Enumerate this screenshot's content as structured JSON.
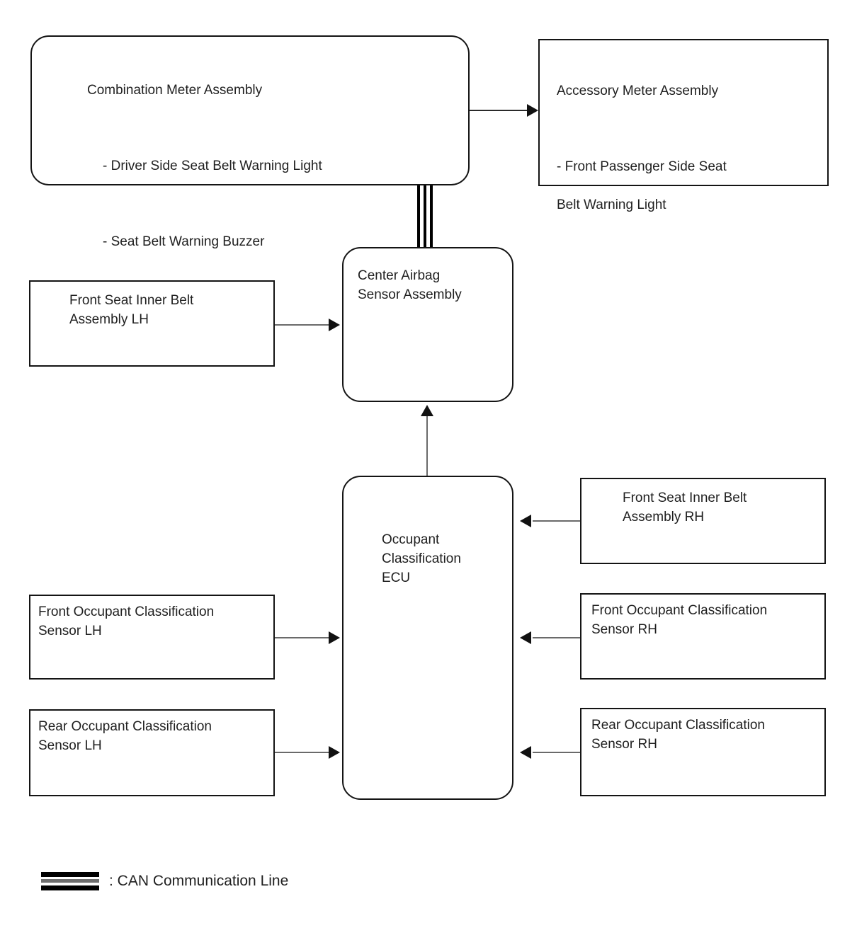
{
  "diagram": {
    "title": "Seat Belt Warning System Block Diagram",
    "colors": {
      "box_border": "#141414",
      "connector": "#5f5f5f",
      "arrow_head": "#111111",
      "can_line": "#000000",
      "background": "#ffffff",
      "text": "#1f1f1f"
    },
    "nodes": [
      {
        "id": "combination-meter-assembly",
        "title": "Combination Meter Assembly",
        "items": [
          "- Driver Side Seat Belt Warning Light",
          "- Seat Belt Warning Buzzer"
        ],
        "shape": "rounded"
      },
      {
        "id": "accessory-meter-assembly",
        "title": "Accessory Meter Assembly",
        "items": [
          "- Front Passenger Side Seat",
          "Belt Warning Light"
        ],
        "shape": "rect"
      },
      {
        "id": "center-airbag-sensor-assembly",
        "title": "Center Airbag\nSensor Assembly",
        "items": [],
        "shape": "rounded"
      },
      {
        "id": "occupant-classification-ecu",
        "title": "Occupant\nClassification\nECU",
        "items": [],
        "shape": "rounded"
      },
      {
        "id": "front-seat-inner-belt-assembly-lh",
        "title": "Front Seat Inner Belt\nAssembly LH",
        "items": [],
        "shape": "rect"
      },
      {
        "id": "front-seat-inner-belt-assembly-rh",
        "title": "Front Seat Inner Belt\nAssembly RH",
        "items": [],
        "shape": "rect"
      },
      {
        "id": "front-occupant-classification-sensor-lh",
        "title": "Front Occupant Classification\nSensor LH",
        "items": [],
        "shape": "rect"
      },
      {
        "id": "front-occupant-classification-sensor-rh",
        "title": "Front Occupant Classification\nSensor RH",
        "items": [],
        "shape": "rect"
      },
      {
        "id": "rear-occupant-classification-sensor-lh",
        "title": "Rear Occupant Classification\nSensor LH",
        "items": [],
        "shape": "rect"
      },
      {
        "id": "rear-occupant-classification-sensor-rh",
        "title": "Rear Occupant Classification\nSensor RH",
        "items": [],
        "shape": "rect"
      }
    ],
    "connections": [
      {
        "from": "combination-meter-assembly",
        "to": "accessory-meter-assembly",
        "type": "arrow",
        "direction": "right"
      },
      {
        "from": "combination-meter-assembly",
        "to": "center-airbag-sensor-assembly",
        "type": "can-communication-line",
        "direction": "down"
      },
      {
        "from": "front-seat-inner-belt-assembly-lh",
        "to": "center-airbag-sensor-assembly",
        "type": "arrow",
        "direction": "right"
      },
      {
        "from": "occupant-classification-ecu",
        "to": "center-airbag-sensor-assembly",
        "type": "arrow",
        "direction": "up"
      },
      {
        "from": "front-seat-inner-belt-assembly-rh",
        "to": "occupant-classification-ecu",
        "type": "arrow",
        "direction": "left"
      },
      {
        "from": "front-occupant-classification-sensor-lh",
        "to": "occupant-classification-ecu",
        "type": "arrow",
        "direction": "right"
      },
      {
        "from": "front-occupant-classification-sensor-rh",
        "to": "occupant-classification-ecu",
        "type": "arrow",
        "direction": "left"
      },
      {
        "from": "rear-occupant-classification-sensor-lh",
        "to": "occupant-classification-ecu",
        "type": "arrow",
        "direction": "right"
      },
      {
        "from": "rear-occupant-classification-sensor-rh",
        "to": "occupant-classification-ecu",
        "type": "arrow",
        "direction": "left"
      }
    ],
    "legend": {
      "symbol": "can-communication-line-icon",
      "label": ": CAN Communication Line"
    }
  },
  "text": {
    "combination_meter_title": "Combination Meter Assembly",
    "combination_meter_item1": "- Driver Side Seat Belt Warning Light",
    "combination_meter_item2": "- Seat Belt Warning Buzzer",
    "accessory_meter_title": "Accessory Meter Assembly",
    "accessory_meter_item1": "- Front Passenger Side Seat",
    "accessory_meter_item2": "Belt Warning Light",
    "center_airbag_sensor": "Center Airbag\nSensor Assembly",
    "occupant_classification_ecu": "Occupant\nClassification\nECU",
    "front_seat_inner_belt_lh": "Front Seat Inner Belt\nAssembly LH",
    "front_seat_inner_belt_rh": "Front Seat Inner Belt\nAssembly RH",
    "front_occupant_sensor_lh": "Front Occupant Classification\nSensor LH",
    "front_occupant_sensor_rh": "Front Occupant Classification\nSensor RH",
    "rear_occupant_sensor_lh": "Rear Occupant Classification\nSensor LH",
    "rear_occupant_sensor_rh": "Rear Occupant Classification\nSensor RH",
    "legend_label": ": CAN Communication Line"
  }
}
